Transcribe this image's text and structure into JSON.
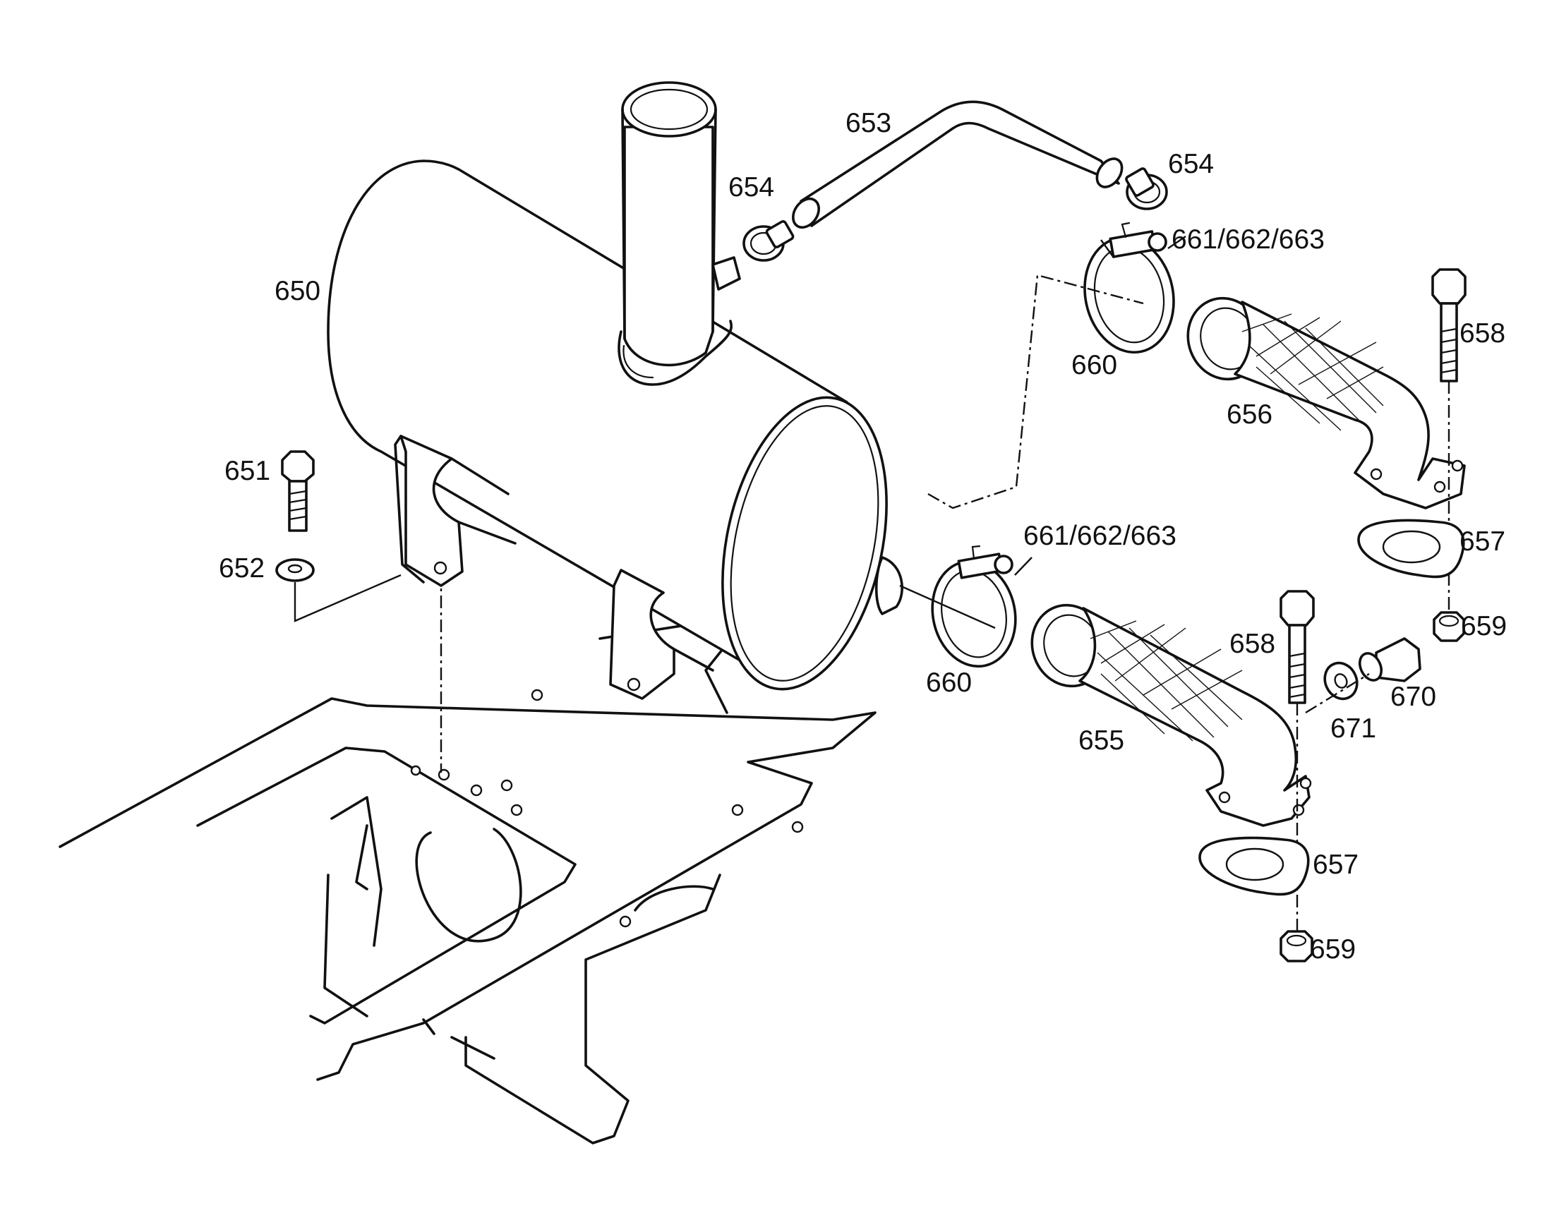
{
  "diagram": {
    "labels": {
      "p650": "650",
      "p651": "651",
      "p652": "652",
      "p653": "653",
      "p654a": "654",
      "p654b": "654",
      "p655": "655",
      "p656": "656",
      "p657a": "657",
      "p657b": "657",
      "p658a": "658",
      "p658b": "658",
      "p659a": "659",
      "p659b": "659",
      "p660a": "660",
      "p660b": "660",
      "p661a": "661/662/663",
      "p661b": "661/662/663",
      "p670": "670",
      "p671": "671"
    }
  }
}
